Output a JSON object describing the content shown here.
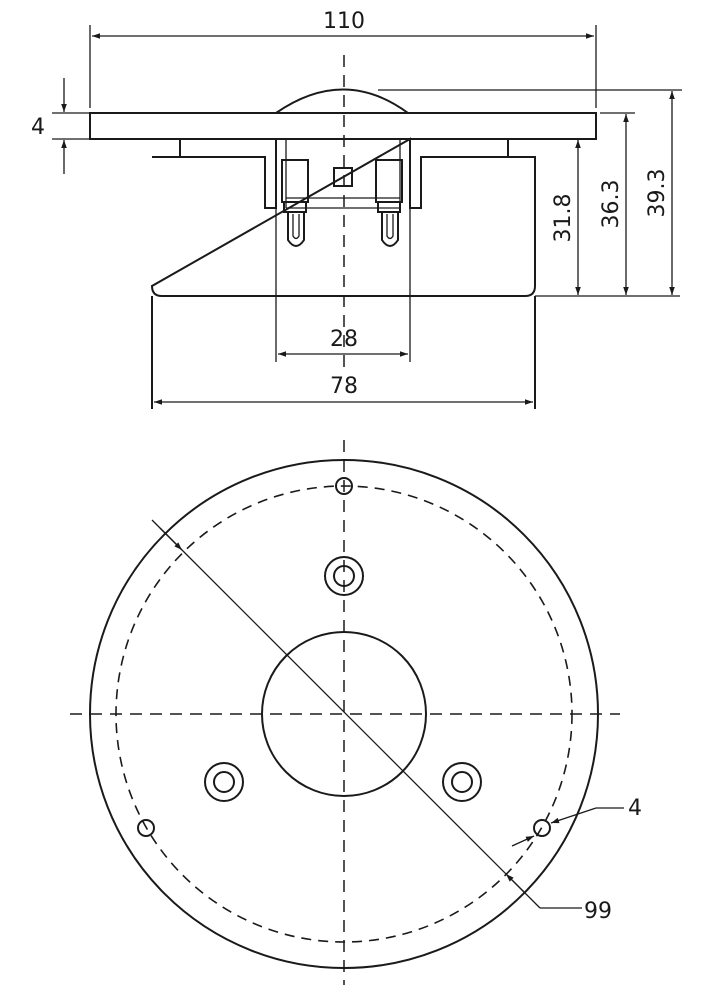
{
  "dimensions": {
    "flange_width": "110",
    "flange_thickness": "4",
    "terminal_spacing": "28",
    "body_width": "78",
    "height_body": "31.8",
    "height_mid": "36.3",
    "height_total": "39.3",
    "hole_diameter": "4",
    "bolt_circle": "99"
  }
}
